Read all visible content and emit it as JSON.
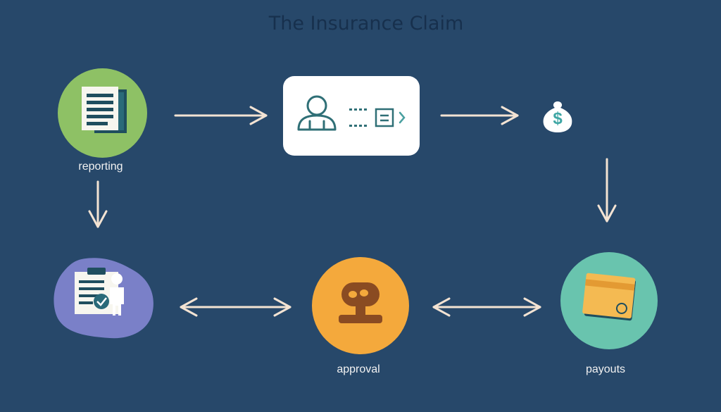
{
  "title": "The Insurance Claim",
  "colors": {
    "background": "#27486a",
    "title": "#17304d",
    "arrow": "#f3e3d3",
    "reporting_circle": "#8ec165",
    "documents_blob": "#7a80c8",
    "approval_circle": "#f4a93c",
    "payouts_circle": "#69c4ae",
    "card": "#ffffff",
    "teal_icon": "#2f6f76"
  },
  "nodes": {
    "reporting": {
      "label": "reporting",
      "icon": "document-icon"
    },
    "agent_card": {
      "icon": "agent-icon",
      "secondary_icon": "form-icon"
    },
    "money": {
      "icon": "dollar-bag-icon",
      "symbol": "$"
    },
    "documents": {
      "icon": "clipboard-person-icon"
    },
    "approval": {
      "label": "approval",
      "icon": "gavel-icon"
    },
    "payouts": {
      "label": "payouts",
      "icon": "card-icon"
    }
  }
}
